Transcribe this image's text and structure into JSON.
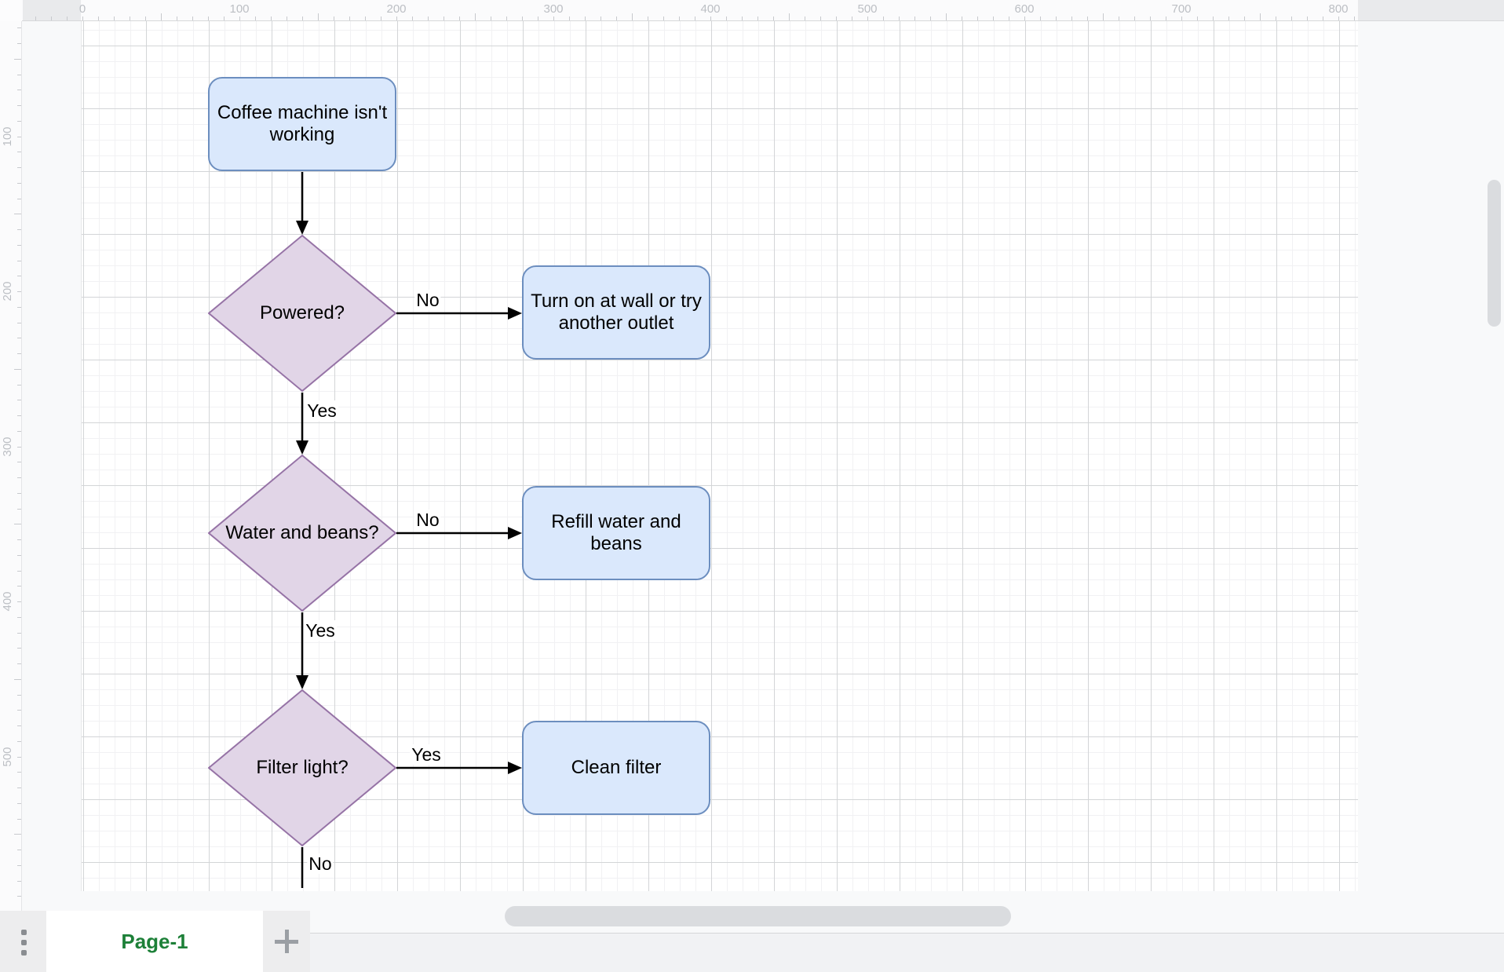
{
  "app": {
    "page_tab_label": "Page-1",
    "icons": {
      "pages_menu": "vertical-dots-icon",
      "add_page": "plus-icon"
    }
  },
  "colors": {
    "process_fill": "#dae8fc",
    "process_stroke": "#6c8ebf",
    "decision_fill": "#e1d5e7",
    "decision_stroke": "#9673a6",
    "edge_stroke": "#000000",
    "tab_text_green": "#1d8038",
    "page_background": "#ffffff",
    "offpage_background": "#f8f9fa"
  },
  "rulers": {
    "horizontal_labels": [
      "0",
      "100",
      "200",
      "300",
      "400",
      "500",
      "600",
      "700",
      "800"
    ],
    "vertical_labels": [
      "100",
      "200",
      "300",
      "400",
      "500"
    ]
  },
  "flowchart": {
    "nodes": [
      {
        "id": "start",
        "type": "rounded-rect",
        "label": "Coffee machine isn't\nworking"
      },
      {
        "id": "powered",
        "type": "decision",
        "label": "Powered?"
      },
      {
        "id": "turnon",
        "type": "rounded-rect",
        "label": "Turn on at wall or try\nanother outlet"
      },
      {
        "id": "water",
        "type": "decision",
        "label": "Water and beans?"
      },
      {
        "id": "refill",
        "type": "rounded-rect",
        "label": "Refill water and\nbeans"
      },
      {
        "id": "filter",
        "type": "decision",
        "label": "Filter light?"
      },
      {
        "id": "clean",
        "type": "rounded-rect",
        "label": "Clean filter"
      }
    ],
    "edges": [
      {
        "id": "start-powered",
        "label": ""
      },
      {
        "id": "powered-turnon",
        "label": "No"
      },
      {
        "id": "powered-water",
        "label": "Yes"
      },
      {
        "id": "water-refill",
        "label": "No"
      },
      {
        "id": "water-filter",
        "label": "Yes"
      },
      {
        "id": "filter-clean",
        "label": "Yes"
      },
      {
        "id": "filter-down",
        "label": "No"
      }
    ]
  }
}
